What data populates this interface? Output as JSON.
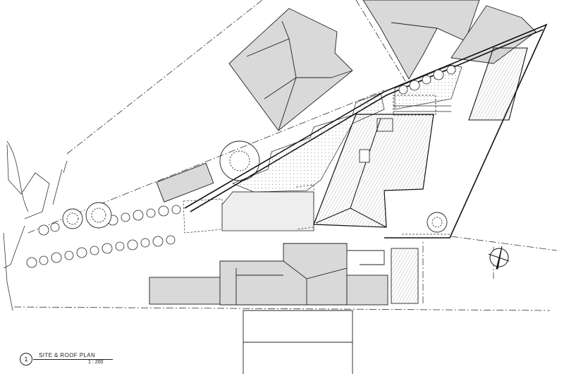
{
  "drawing": {
    "number": "1",
    "title": "SITE & ROOF PLAN",
    "scale": "1 : 200"
  },
  "colors": {
    "line": "#222222",
    "roof_fill": "#d9d9d9",
    "paving_fill": "#eeeeee",
    "background": "#ffffff"
  },
  "icons": [
    "north-arrow-icon",
    "tree-icon"
  ]
}
